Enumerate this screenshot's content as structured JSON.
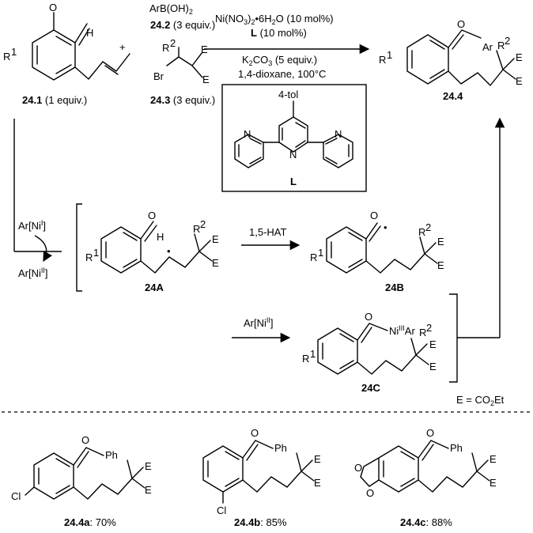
{
  "reaction": {
    "sm1": {
      "compound": "24.1",
      "equiv": " (1 equiv.)"
    },
    "sm2": {
      "formula": "ArB(OH)",
      "sub": "2",
      "compound": "24.2",
      "equiv": " (3 equiv.)"
    },
    "sm3": {
      "compound": "24.3",
      "equiv": " (3 equiv.)"
    },
    "plus": "+",
    "product": "24.4",
    "conditions": {
      "catalyst_a": "Ni(NO",
      "catalyst_b": "3",
      "catalyst_c": ")",
      "catalyst_d": "2",
      "catalyst_e": "•6H",
      "catalyst_f": "2",
      "catalyst_g": "O (10 mol%)",
      "ligand_name": "L",
      "ligand_amount": " (10 mol%)",
      "base_a": "K",
      "base_b": "2",
      "base_c": "CO",
      "base_d": "3",
      "base_e": " (5 equiv.)",
      "solvent": "1,4-dioxane, 100°C"
    },
    "ligand": {
      "substituent": "4-tol",
      "label": "L"
    }
  },
  "mechanism": {
    "ni1_a": "Ar[Ni",
    "ni1_b": "I",
    "ni1_c": "]",
    "ni2_a": "Ar[Ni",
    "ni2_b": "II",
    "ni2_c": "]",
    "hat": "1,5-HAT",
    "int_a": "24A",
    "int_b": "24B",
    "int_c": "24C",
    "ni3_a": "Ar[Ni",
    "ni3_b": "II",
    "ni3_c": "]",
    "e_def_a": "E = CO",
    "e_def_b": "2",
    "e_def_c": "Et"
  },
  "atoms": {
    "O": "O",
    "H": "H",
    "E": "E",
    "R": "R",
    "one": "1",
    "two": "2",
    "Br": "Br",
    "Ar": "Ar",
    "N": "N",
    "Ph": "Ph",
    "Cl": "Cl",
    "Ni": "Ni",
    "III": "III",
    "dot": "•"
  },
  "examples": [
    {
      "compound": "24.4a",
      "yield": ": 70%"
    },
    {
      "compound": "24.4b",
      "yield": ": 85%"
    },
    {
      "compound": "24.4c",
      "yield": ": 88%"
    }
  ]
}
